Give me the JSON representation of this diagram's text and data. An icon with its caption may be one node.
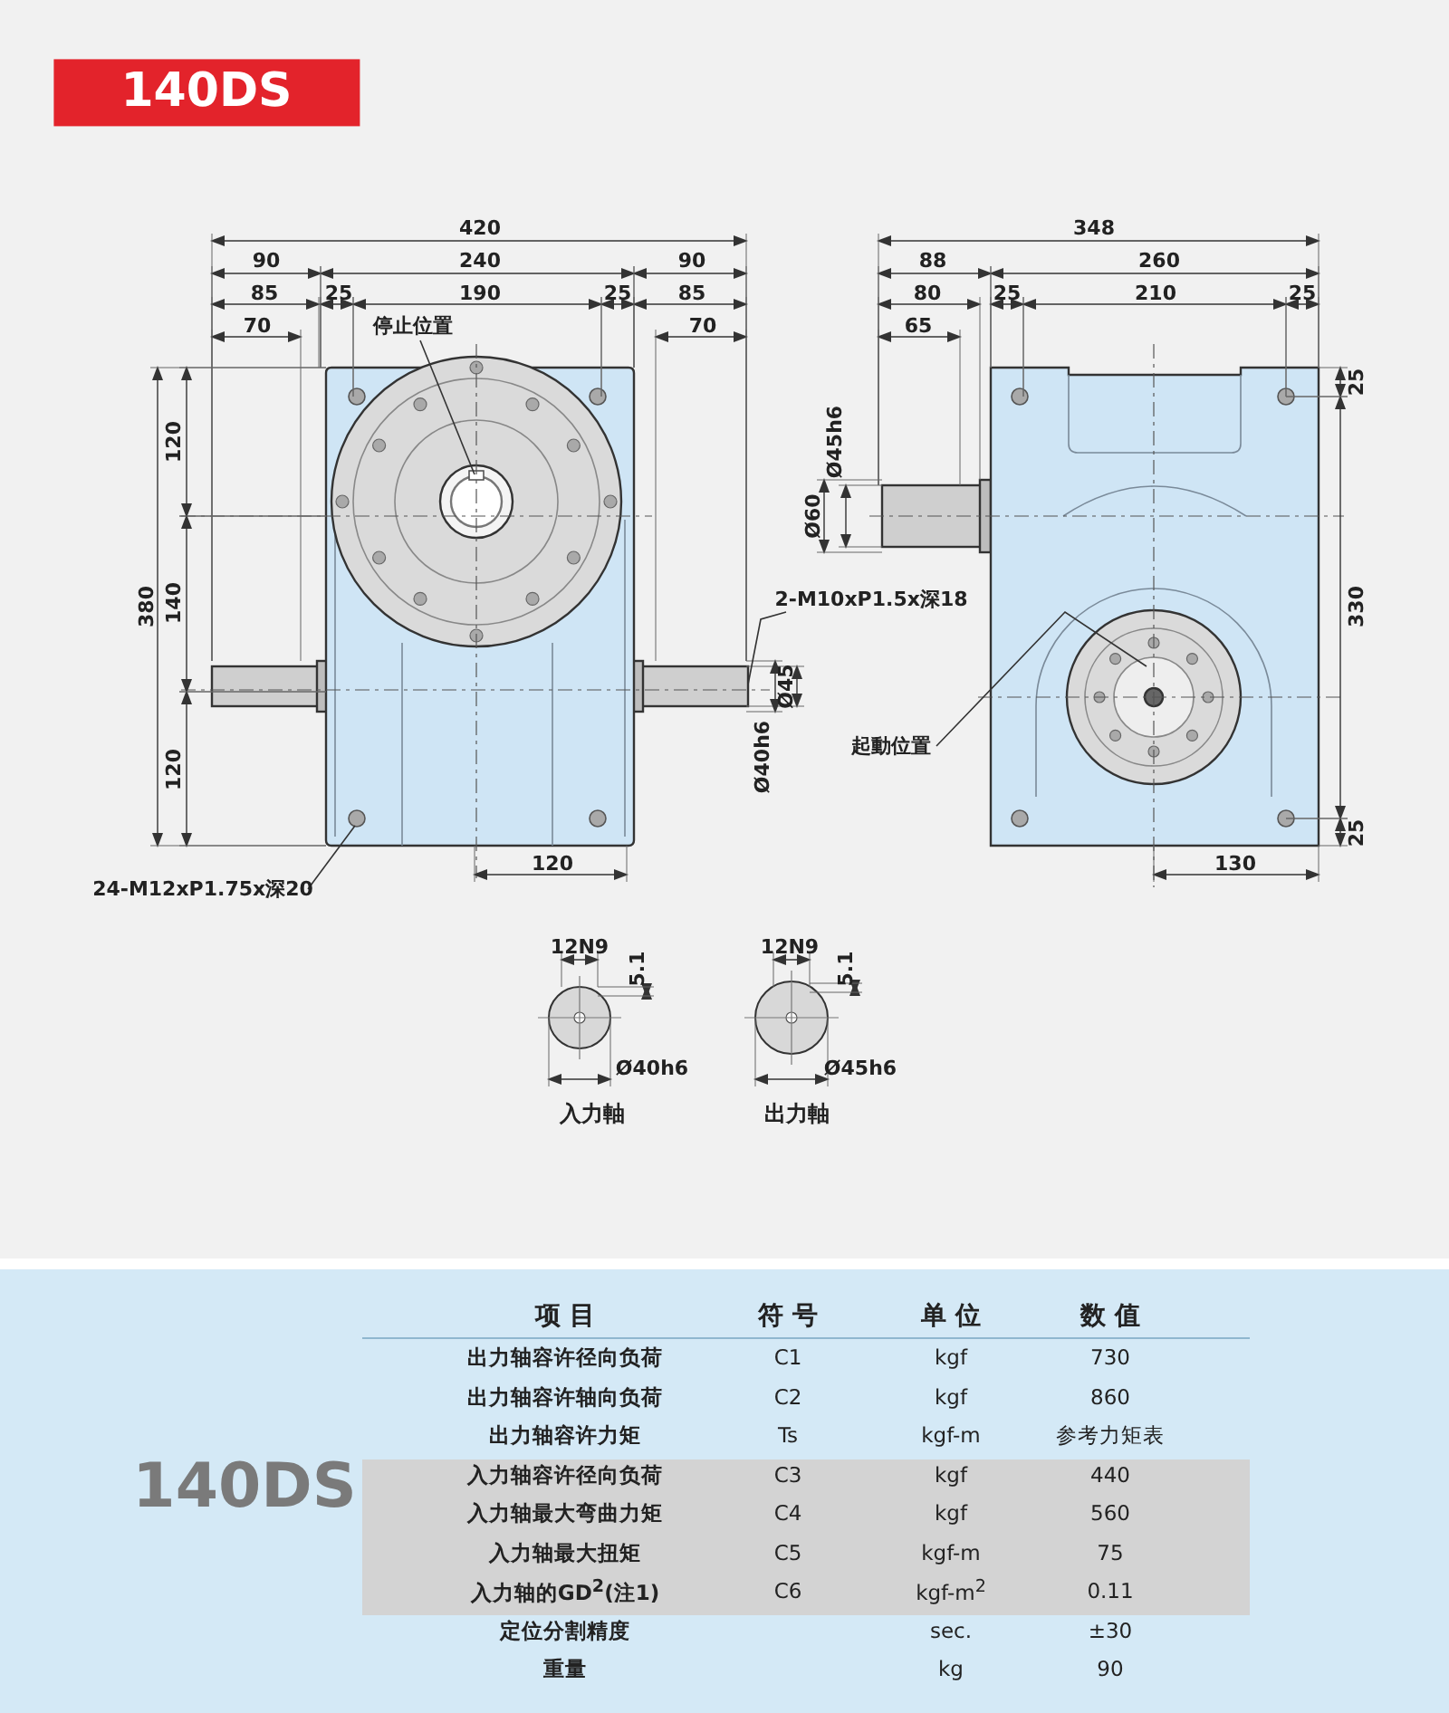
{
  "diagram": {
    "title": "140DS",
    "nodes": [
      {
        "text": [
          "停止位置"
        ]
      },
      {
        "text": [
          "2-M10xP1.5x深18"
        ]
      },
      {
        "text": [
          "起動位置"
        ]
      },
      {
        "text": [
          "24-M12xP1.75x深20"
        ]
      }
    ],
    "edges": [
      {
        "from": 0,
        "to": null,
        "arrow": "none"
      },
      {
        "from": 1,
        "to": null,
        "arrow": "none"
      },
      {
        "from": 2,
        "to": null,
        "arrow": "none"
      },
      {
        "from": 3,
        "to": null,
        "arrow": "none"
      }
    ],
    "labels": [
      "420",
      "90",
      "240",
      "90",
      "85",
      "25",
      "190",
      "25",
      "85",
      "70",
      "70",
      "380",
      "120",
      "140",
      "120",
      "120",
      "Ø45",
      "Ø40h6",
      "348",
      "88",
      "260",
      "80",
      "25",
      "210",
      "25",
      "65",
      "Ø45h6",
      "Ø60",
      "25",
      "330",
      "25",
      "130",
      "12N9",
      "5.1",
      "Ø40h6",
      "入力軸",
      "12N9",
      "5.1",
      "Ø45h6",
      "出力軸",
      "140DS",
      "项 目",
      "符 号",
      "单 位",
      "数 值",
      "出力轴容许径向负荷",
      "C1",
      "kgf",
      "730",
      "出力轴容许轴向负荷",
      "C2",
      "kgf",
      "860",
      "出力轴容许力矩",
      "Ts",
      "kgf-m",
      "参考力矩表",
      "入力轴容许径向负荷",
      "C3",
      "kgf",
      "440",
      "入力轴最大弯曲力矩",
      "C4",
      "kgf",
      "560",
      "入力轴最大扭矩",
      "C5",
      "kgf-m",
      "75",
      "入力轴的GD$^{2}$(注1)",
      "C6",
      "kgf-m$^{2}$",
      "0.11",
      "定位分割精度",
      "sec.",
      "±30",
      "重量",
      "kg",
      "90"
    ]
  }
}
